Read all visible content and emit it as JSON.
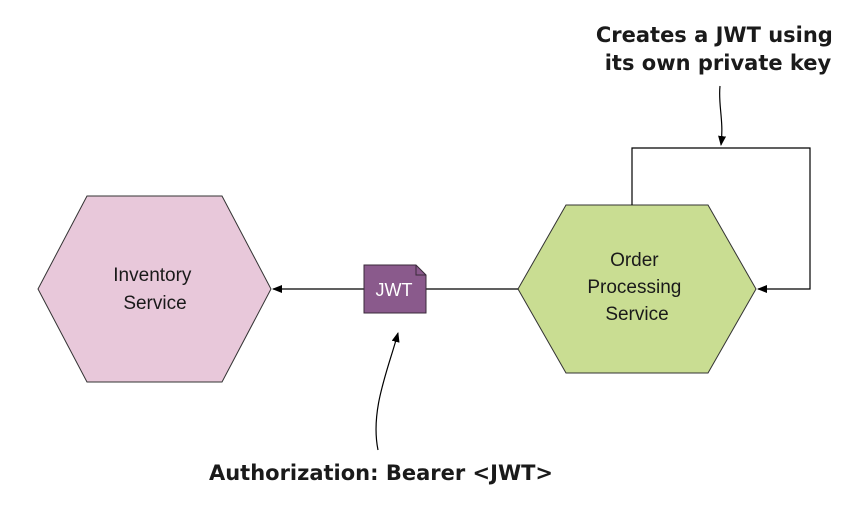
{
  "nodes": {
    "inventory": {
      "lines": [
        "Inventory",
        "Service"
      ],
      "fill": "#e8c8da"
    },
    "order_processing": {
      "lines": [
        "Order",
        "Processing",
        "Service"
      ],
      "fill": "#c9dd92"
    }
  },
  "token": {
    "label": "JWT",
    "fill": "#8a5a8c"
  },
  "annotations": {
    "create": [
      "Creates a JWT using",
      "its own private key"
    ],
    "authorization": "Authorization: Bearer <JWT>"
  }
}
